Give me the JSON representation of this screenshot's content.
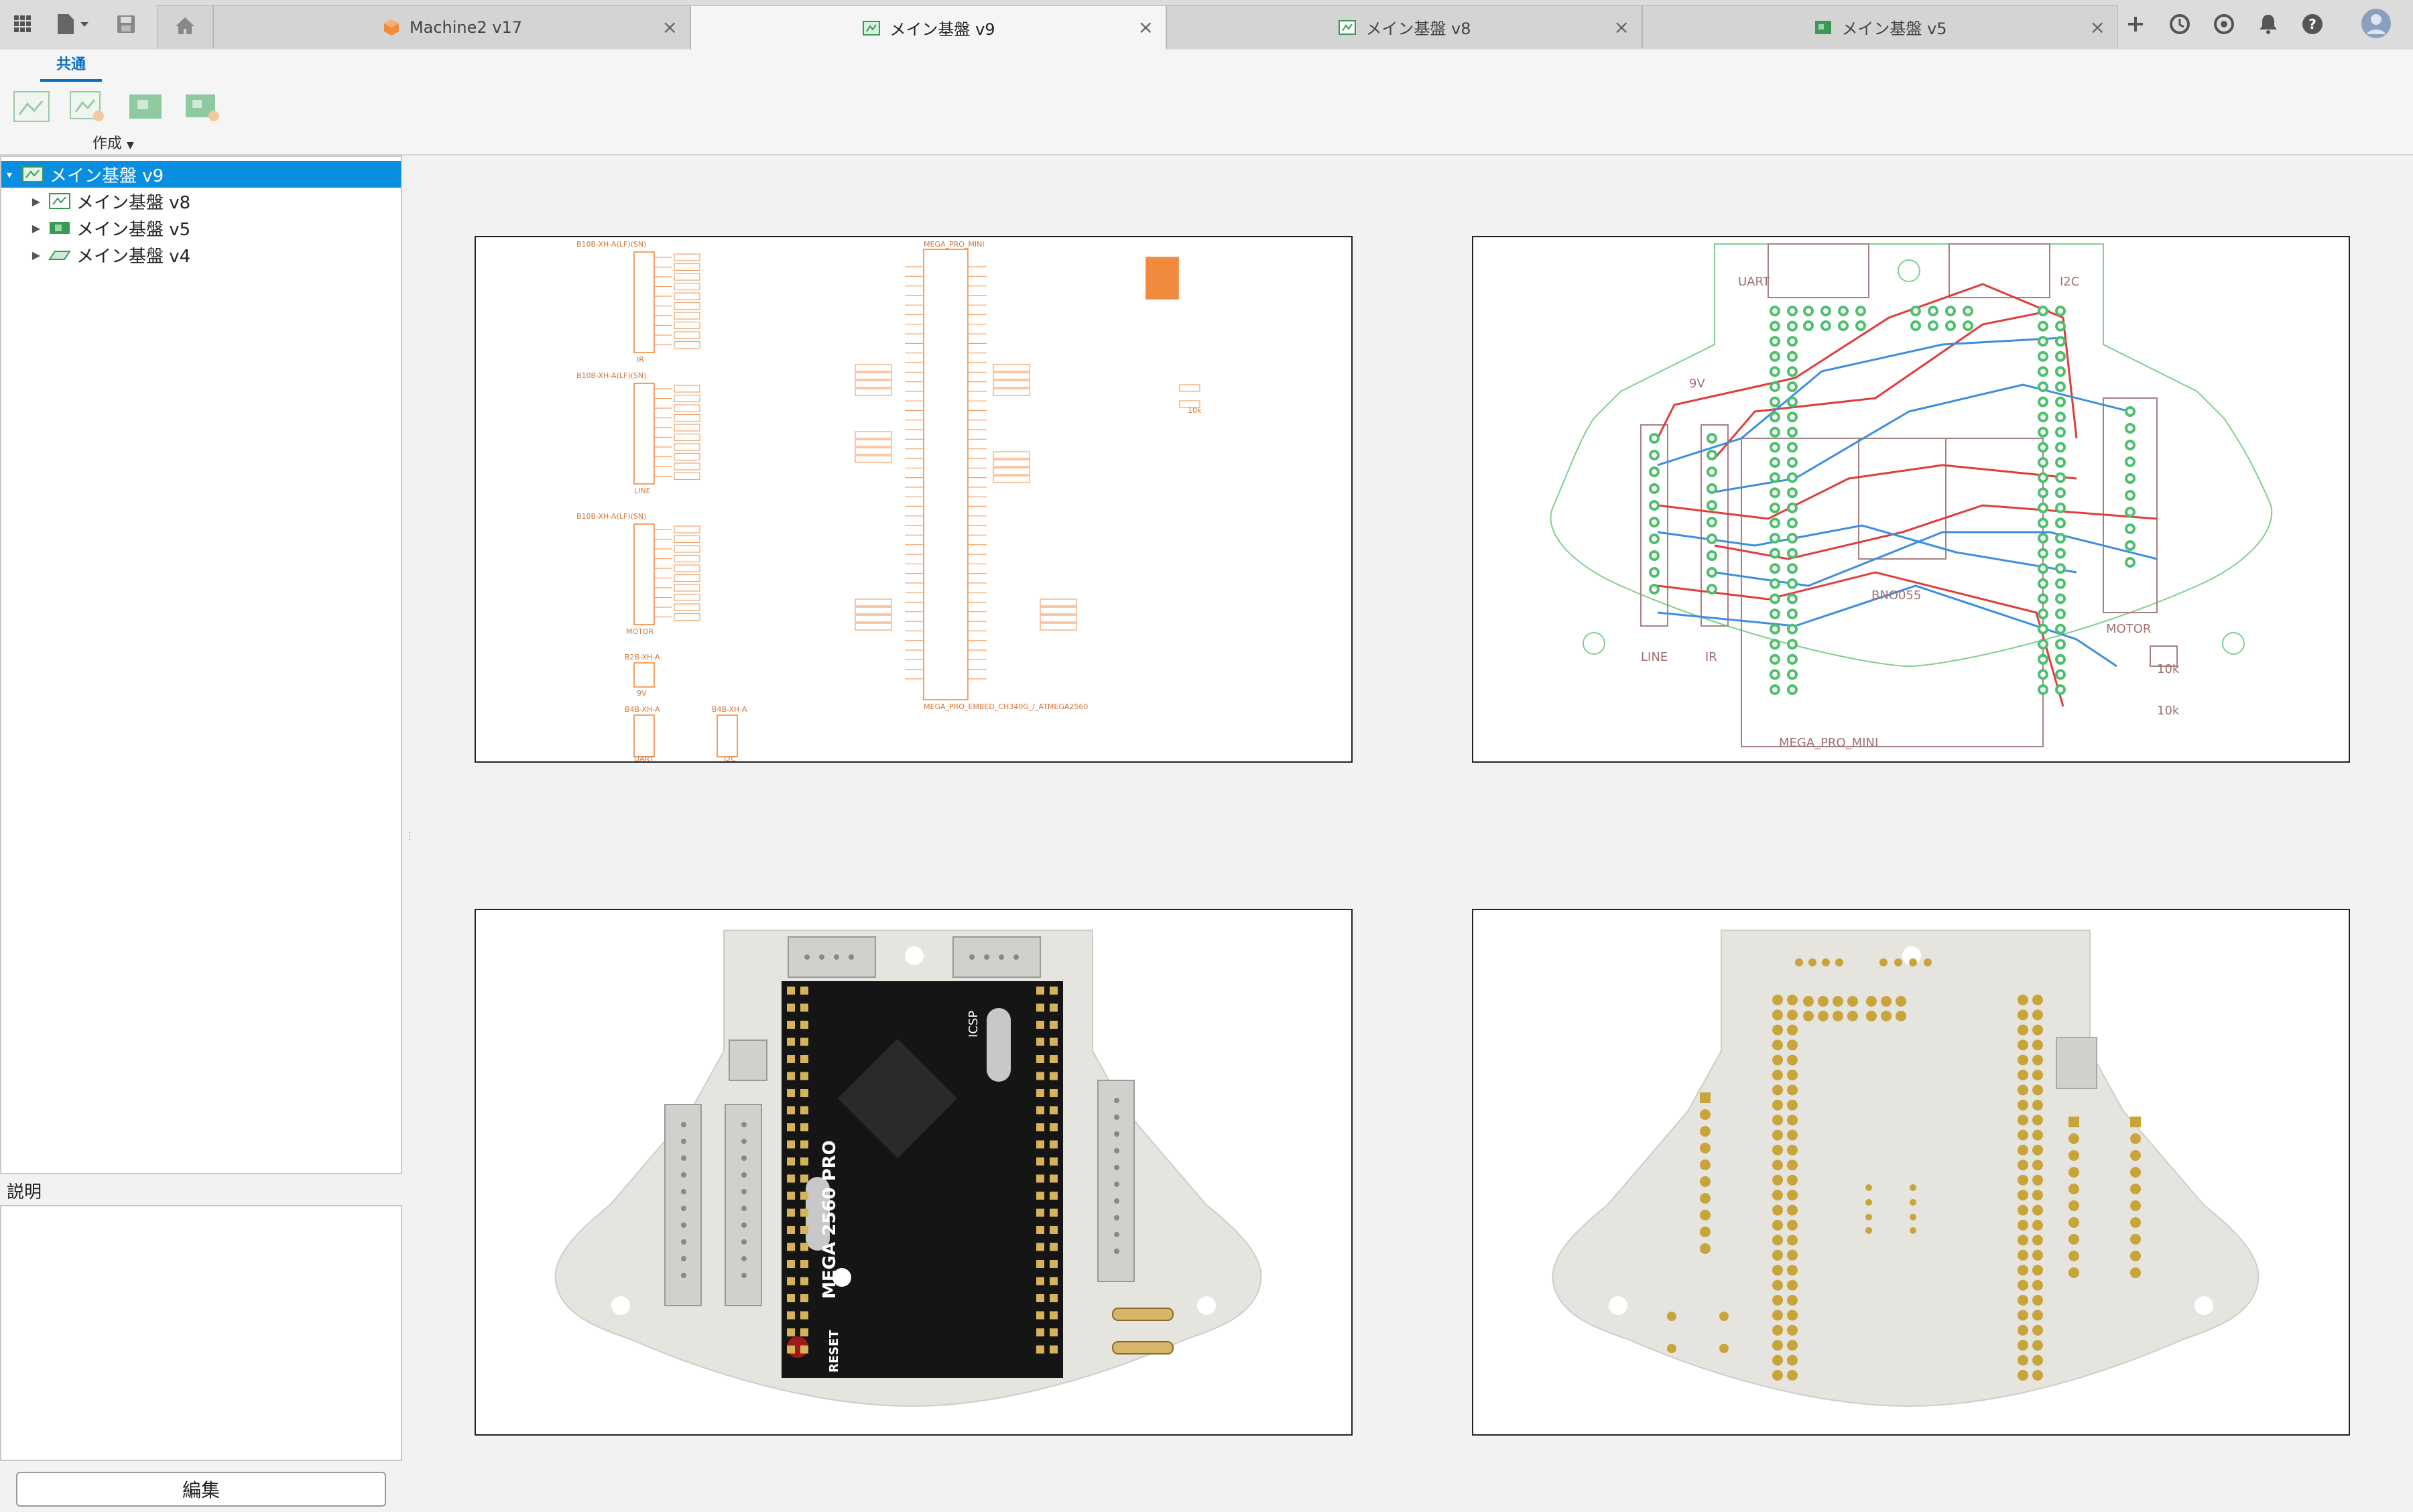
{
  "tabs": [
    {
      "label": "Machine2 v17",
      "active": false
    },
    {
      "label": "メイン基盤 v9",
      "active": true
    },
    {
      "label": "メイン基盤 v8",
      "active": false
    },
    {
      "label": "メイン基盤 v5",
      "active": false
    }
  ],
  "ribbon": {
    "tab_label": "共通",
    "group_label": "作成"
  },
  "tree": {
    "items": [
      {
        "label": "メイン基盤 v9",
        "selected": true
      },
      {
        "label": "メイン基盤 v8",
        "selected": false
      },
      {
        "label": "メイン基盤 v5",
        "selected": false
      },
      {
        "label": "メイン基盤 v4",
        "selected": false
      }
    ]
  },
  "description": {
    "label": "説明",
    "value": ""
  },
  "edit_button": "編集",
  "schematic": {
    "mcu_title": "MEGA_PRO_MINI",
    "mcu_subtitle": "MEGA_PRO_EMBED_CH340G_/_ATMEGA2560",
    "headers": [
      "B10B-XH-A(LF)(SN)",
      "B10B-XH-A(LF)(SN)",
      "B10B-XH-A(LF)(SN)",
      "B2B-XH-A",
      "B4B-XH-A",
      "B4B-XH-A"
    ],
    "header_names": [
      "IR",
      "LINE",
      "MOTOR",
      "9V",
      "UART",
      "I2C"
    ],
    "resistor": "10k"
  },
  "pcb_layout": {
    "labels": [
      "UART",
      "I2C",
      "9V",
      "LINE",
      "IR",
      "BNO055",
      "MOTOR",
      "10k",
      "10k",
      "MEGA_PRO_MINI"
    ]
  },
  "render_top": {
    "board_text": "MEGA 2560 PRO",
    "reset_label": "RESET",
    "icsp_label": "ICSP"
  },
  "icons": {
    "apps": "grid-icon",
    "file": "file-icon",
    "save": "save-icon",
    "home": "home-icon",
    "add": "plus-icon",
    "jobs": "clock-icon",
    "notifications": "bell-icon",
    "help": "help-icon",
    "profile": "avatar-icon"
  },
  "colors": {
    "accent": "#0a8ee0",
    "schematic": "#f08a3c",
    "trace_top": "#e03c3c",
    "trace_bottom": "#3c8ee0",
    "pad": "#4cc06c"
  }
}
